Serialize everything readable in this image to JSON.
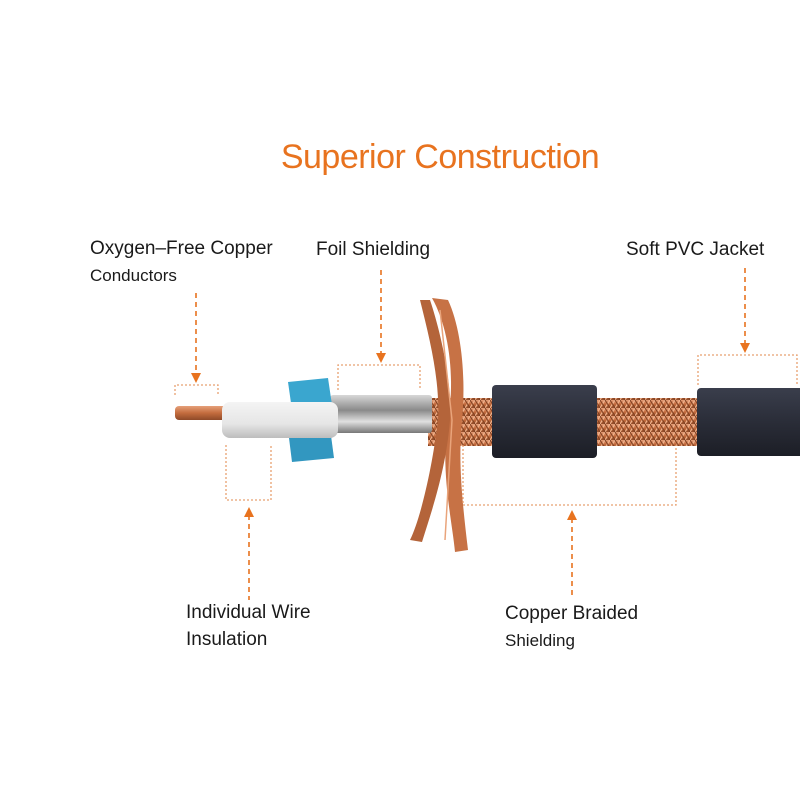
{
  "title": "Superior Construction",
  "labels": {
    "conductors_line1": "Oxygen–Free Copper",
    "conductors_line2": "Conductors",
    "foil": "Foil Shielding",
    "jacket": "Soft PVC Jacket",
    "insulation_line1": "Individual Wire",
    "insulation_line2": "Insulation",
    "braid_line1": "Copper Braided",
    "braid_line2": "Shielding"
  },
  "colors": {
    "accent": "#e8731f",
    "copper": "#c8784a",
    "jacket": "#2a2d38",
    "tape": "#3aa6cf"
  }
}
